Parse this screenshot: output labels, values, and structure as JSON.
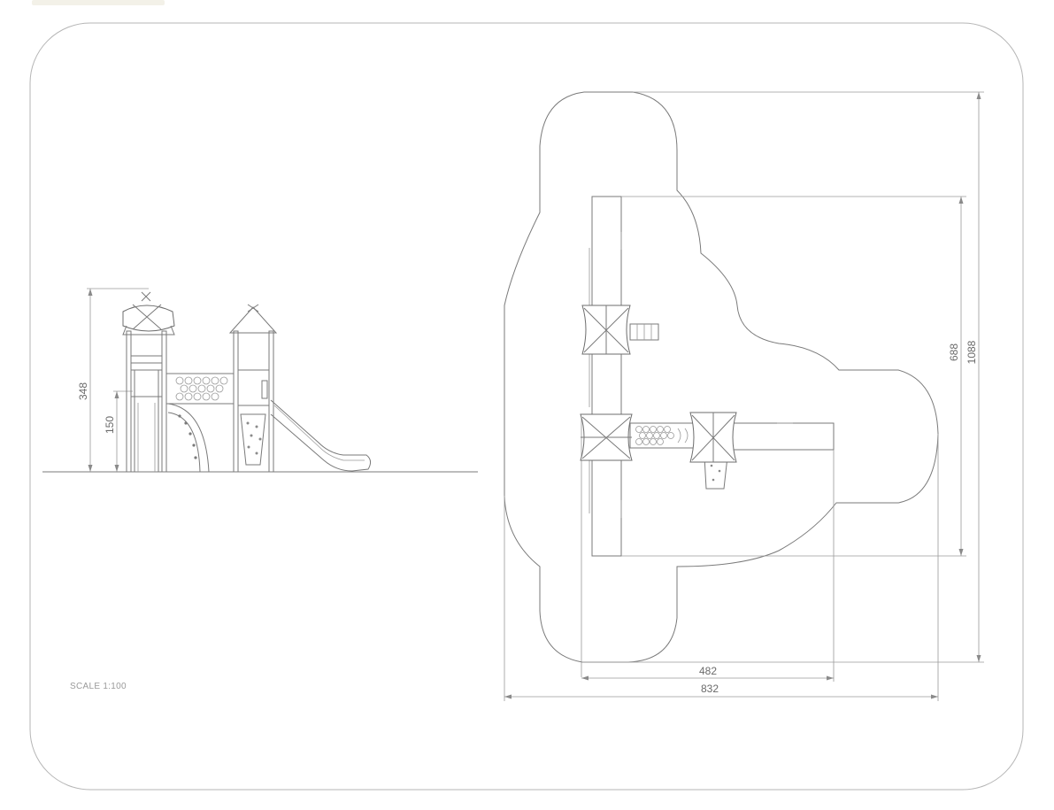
{
  "drawing": {
    "scale_label": "SCALE 1:100",
    "elevation": {
      "height_total": "348",
      "height_platform": "150"
    },
    "plan": {
      "depth_inner": "688",
      "depth_outer": "1088",
      "width_inner": "482",
      "width_outer": "832"
    }
  },
  "colors": {
    "line": "#7a7a7a",
    "frame": "#b5b5b5",
    "text": "#6a6a6a"
  }
}
